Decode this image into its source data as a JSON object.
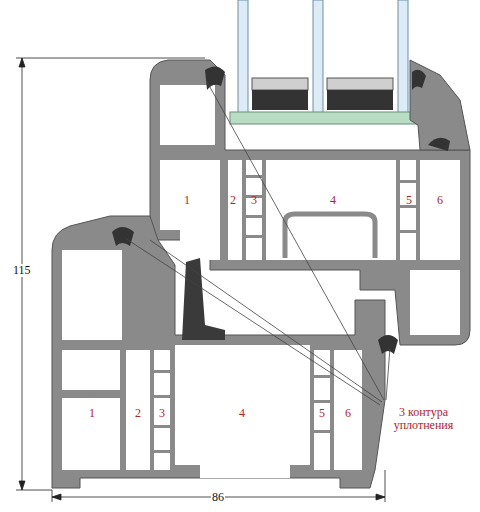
{
  "diagram": {
    "labels": [
      "115",
      "1",
      "2",
      "3",
      "4",
      "5",
      "6",
      "1",
      "2",
      "3",
      "4",
      "5",
      "6",
      "3 контура уплотнения",
      "86"
    ]
  }
}
